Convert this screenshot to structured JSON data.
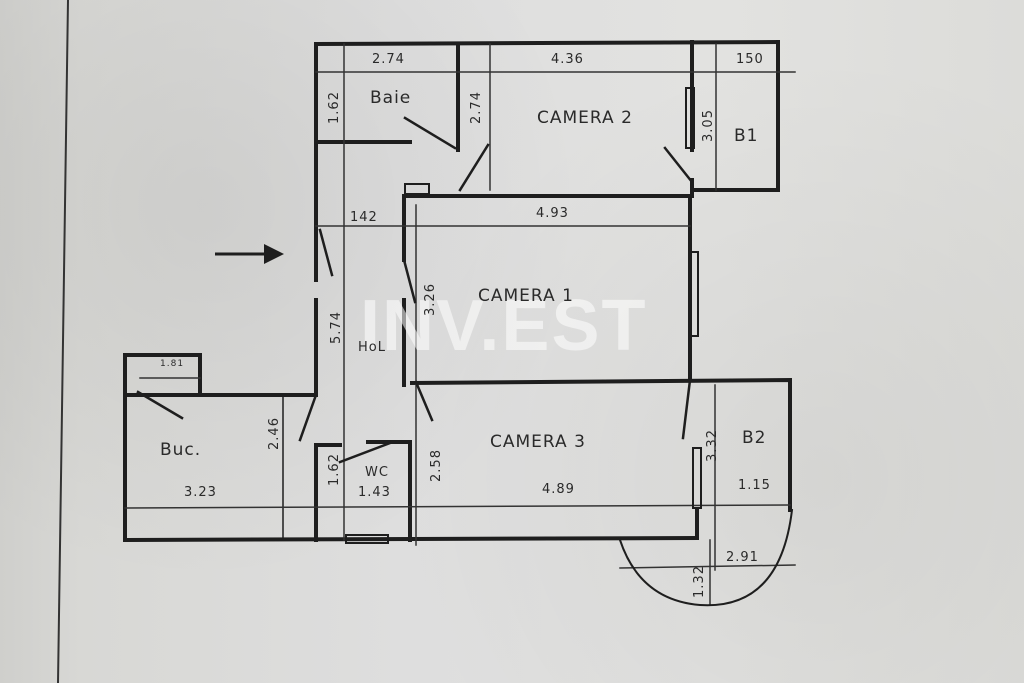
{
  "document": {
    "type": "floor-plan",
    "watermark": "INV.EST"
  },
  "rooms": {
    "baie": {
      "name": "Baie",
      "width": "2.74",
      "depth": "1.62"
    },
    "camera2": {
      "name": "CAMERA 2",
      "width": "4.36",
      "depth": "3.05",
      "side_dim": "2.74"
    },
    "b1": {
      "name": "B1",
      "width": "150"
    },
    "hol": {
      "name": "HoL",
      "length": "5.74",
      "width": "142"
    },
    "camera1": {
      "name": "CAMERA 1",
      "width": "4.93",
      "depth": "3.26"
    },
    "buc": {
      "name": "Buc.",
      "width": "3.23",
      "depth": "2.46",
      "pantry_width": "1.81"
    },
    "wc": {
      "name": "WC",
      "width": "1.43",
      "depth": "1.62"
    },
    "camera3": {
      "name": "CAMERA 3",
      "width": "4.89",
      "depth": "2.58",
      "side_dim": "3.32"
    },
    "b2": {
      "name": "B2",
      "width": "1.15",
      "bay_width": "2.91",
      "bay_depth": "1.32"
    }
  },
  "entrance": {
    "icon": "arrow-right-icon"
  }
}
